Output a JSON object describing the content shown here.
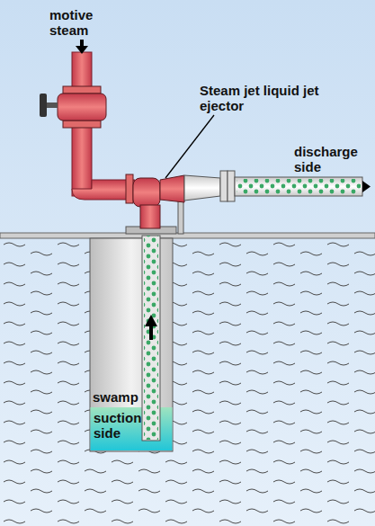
{
  "diagram": {
    "labels": [
      "motive steam",
      "Steam jet liquid jet ejector",
      "discharge side",
      "swamp",
      "suction side"
    ]
  }
}
